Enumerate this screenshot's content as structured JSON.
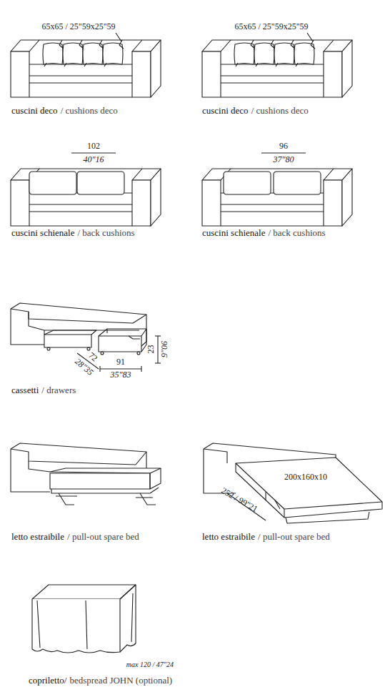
{
  "diagram": {
    "labels": [
      "65x65 / 25\"59x25\"59",
      "cuscini deco",
      "/ cushions deco",
      "65x65 / 25\"59x25\"59",
      "cuscini deco",
      "/ cushions deco",
      "102",
      "40\"16",
      "cuscini schienale",
      "/ back cushions",
      "96",
      "37\"80",
      "cuscini schienale",
      "/ back cushions",
      "72",
      "28\"35",
      "91",
      "35\"83",
      "23",
      "9\"06",
      "cassetti",
      "/ drawers",
      "letto estraibile",
      "/ pull-out spare bed",
      "200x160x10",
      "252 / 99\"21",
      "letto estraibile",
      "/ pull-out spare bed",
      "copriletto/",
      "bedspread JOHN (optional)",
      "max 120 / 47\"24"
    ]
  }
}
